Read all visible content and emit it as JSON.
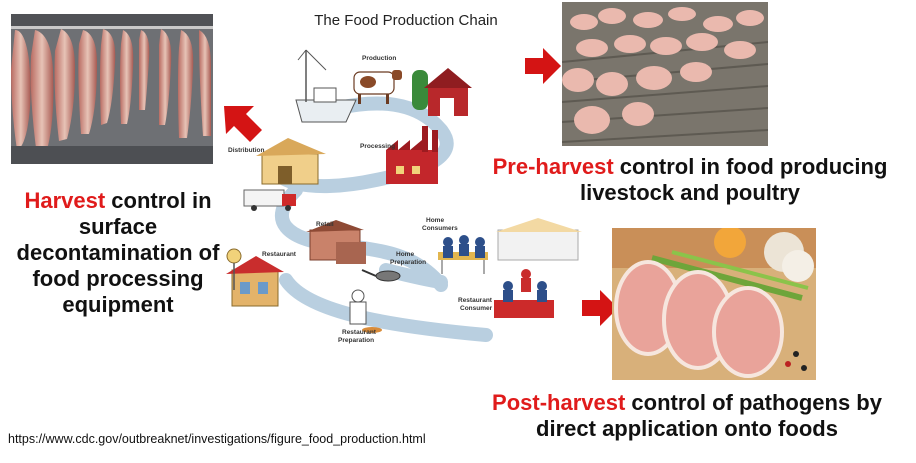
{
  "diagram": {
    "title": "The Food Production Chain",
    "stages": {
      "production": "Production",
      "processing": "Processing",
      "distribution": "Distribution",
      "retail": "Retail",
      "restaurant": "Restaurant",
      "home_consumers": [
        "Home",
        "Consumers"
      ],
      "home_preparation": [
        "Home",
        "Preparation"
      ],
      "restaurant_consumer": [
        "Restaurant",
        "Consumer"
      ],
      "restaurant_preparation": [
        "Restaurant",
        "Preparation"
      ]
    }
  },
  "captions": {
    "harvest": {
      "highlight": "Harvest",
      "lines": [
        " control in",
        "surface",
        "decontamination of",
        "food processing",
        "equipment"
      ]
    },
    "pre_harvest": {
      "highlight": "Pre-harvest",
      "line1_rest": " control in food producing",
      "line2": "livestock and poultry"
    },
    "post_harvest": {
      "highlight": "Post-harvest",
      "line1_rest": " control of pathogens by",
      "line2": "direct application onto foods"
    }
  },
  "source_url": "https://www.cdc.gov/outbreaknet/investigations/figure_food_production.html",
  "colors": {
    "accent_red": "#e01b1b",
    "arrow_red": "#d41414",
    "flow_blue": "#b9cfe0"
  }
}
